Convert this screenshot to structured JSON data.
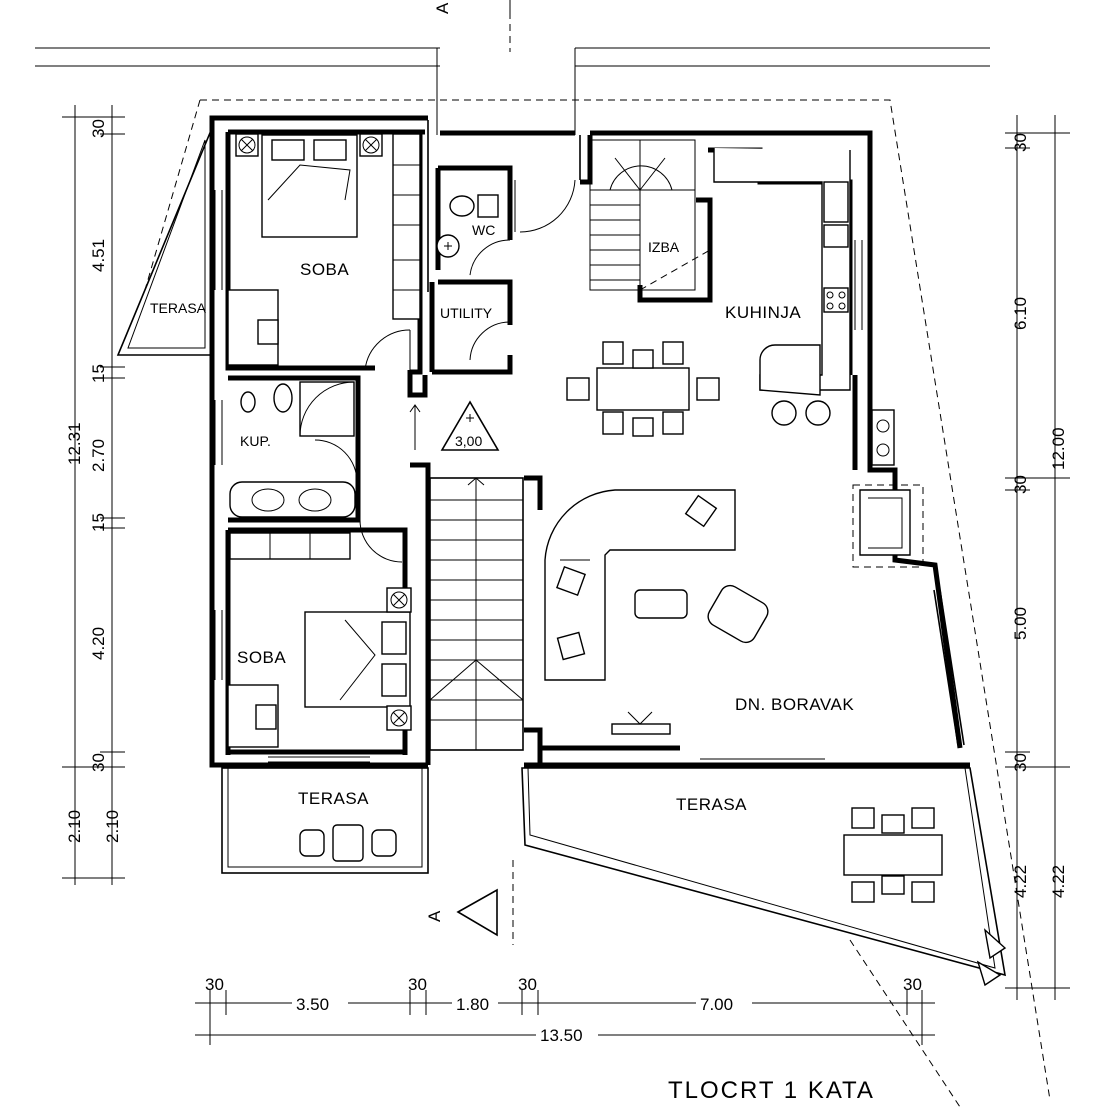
{
  "drawing_title": "TLOCRT 1 KATA",
  "section_marker": "A",
  "level_mark": "3,00",
  "rooms": {
    "soba_top": "SOBA",
    "soba_bottom": "SOBA",
    "terasa_left": "TERASA",
    "terasa_bottom_left": "TERASA",
    "terasa_bottom_right": "TERASA",
    "wc": "WC",
    "utility": "UTILITY",
    "kupaonica": "KUP.",
    "izba": "IZBA",
    "kuhinja": "KUHINJA",
    "dnevni_boravak": "DN. BORAVAK"
  },
  "dims_left_outer": [
    "12.31",
    "2.10"
  ],
  "dims_left_inner": [
    "30",
    "4.51",
    "15",
    "2.70",
    "15",
    "4.20",
    "30",
    "2.10"
  ],
  "dims_right_inner": [
    "30",
    "6.10",
    "30",
    "5.00",
    "30",
    "4.22"
  ],
  "dims_right_outer": [
    "12.00",
    "4.22"
  ],
  "dims_bottom_inner": [
    "30",
    "3.50",
    "30",
    "1.80",
    "30",
    "7.00",
    "30"
  ],
  "dims_bottom_total": "13.50"
}
